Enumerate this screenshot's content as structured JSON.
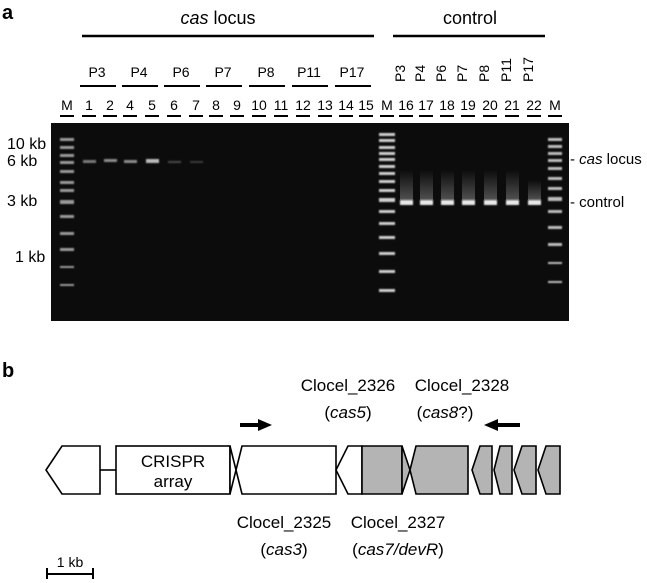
{
  "panel_a": {
    "label": "a",
    "groups": {
      "cas": {
        "prefix": "cas",
        "suffix": " locus"
      },
      "control": "control"
    },
    "cas_samples": [
      "P3",
      "P4",
      "P6",
      "P7",
      "P8",
      "P11",
      "P17"
    ],
    "control_samples": [
      "P3",
      "P4",
      "P6",
      "P7",
      "P8",
      "P11",
      "P17"
    ],
    "marker_label": "M",
    "lane_numbers_cas": [
      "1",
      "2",
      "4",
      "5",
      "6",
      "7",
      "8",
      "9",
      "10",
      "11",
      "12",
      "13",
      "14",
      "15"
    ],
    "lane_numbers_control": [
      "16",
      "17",
      "18",
      "19",
      "20",
      "21",
      "22"
    ],
    "size_labels": [
      "10 kb",
      "6 kb",
      "3 kb",
      "1 kb"
    ],
    "band_labels": {
      "cas": {
        "prefix": "- ",
        "italic": "cas",
        "suffix": " locus"
      },
      "control": "- control"
    }
  },
  "panel_b": {
    "label": "b",
    "crispr": {
      "line1": "CRISPR",
      "line2": "array"
    },
    "top_genes": [
      {
        "name": "Clocel_2326",
        "gene_prefix": "(",
        "gene": "cas5",
        "gene_suffix": ")"
      },
      {
        "name": "Clocel_2328",
        "gene_prefix": "(",
        "gene": "cas8",
        "gene_suffix": "?)"
      }
    ],
    "bottom_genes": [
      {
        "name": "Clocel_2325",
        "gene_prefix": "(",
        "gene": "cas3",
        "gene_suffix": ")"
      },
      {
        "name": "Clocel_2327",
        "gene_prefix": "(",
        "gene": "cas7/devR",
        "gene_suffix": ")"
      }
    ],
    "scale": "1 kb",
    "colors": {
      "fill_grey": "#b4b4b4",
      "fill_white": "#ffffff",
      "outline": "#000000"
    }
  }
}
